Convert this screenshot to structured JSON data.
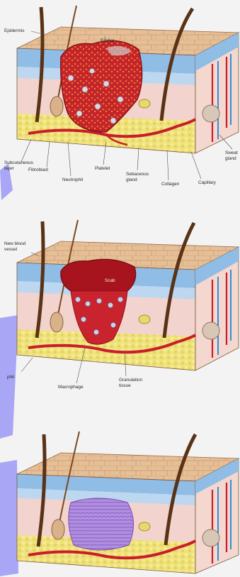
{
  "labels": {
    "panel1": {
      "epidermis": "Epidermis",
      "eschar": "Eschar",
      "subcutaneous_layer": "Subcutaneous\nlayer",
      "fibroblast": "Fibroblast",
      "neutrophil": "Neutrophil",
      "platelet": "Platelet",
      "sebaceous_gland": "Sebaceous\ngland",
      "collagen": "Collagen",
      "capillary": "Capillary",
      "sweat_gland": "Sweat\ngland"
    },
    "panel2": {
      "new_blood_vessel": "New blood\nvessel",
      "scab": "Scab",
      "fibroblast": "phil",
      "macrophage": "Macrophage",
      "granulation_tissue": "Granulation\ntissue"
    }
  },
  "colors": {
    "page_background": "#f3f3f4",
    "skin_surface": "#e8c39a",
    "epidermis_blue": "#7fb1e0",
    "dermis_pink": "#f2d3cd",
    "fat_yellow": "#efe27a",
    "blood_red": "#c81e2a",
    "scar_purple": "#9b6fc9",
    "hair_brown": "#5a3216",
    "side_accent": "#a9a6f5"
  }
}
